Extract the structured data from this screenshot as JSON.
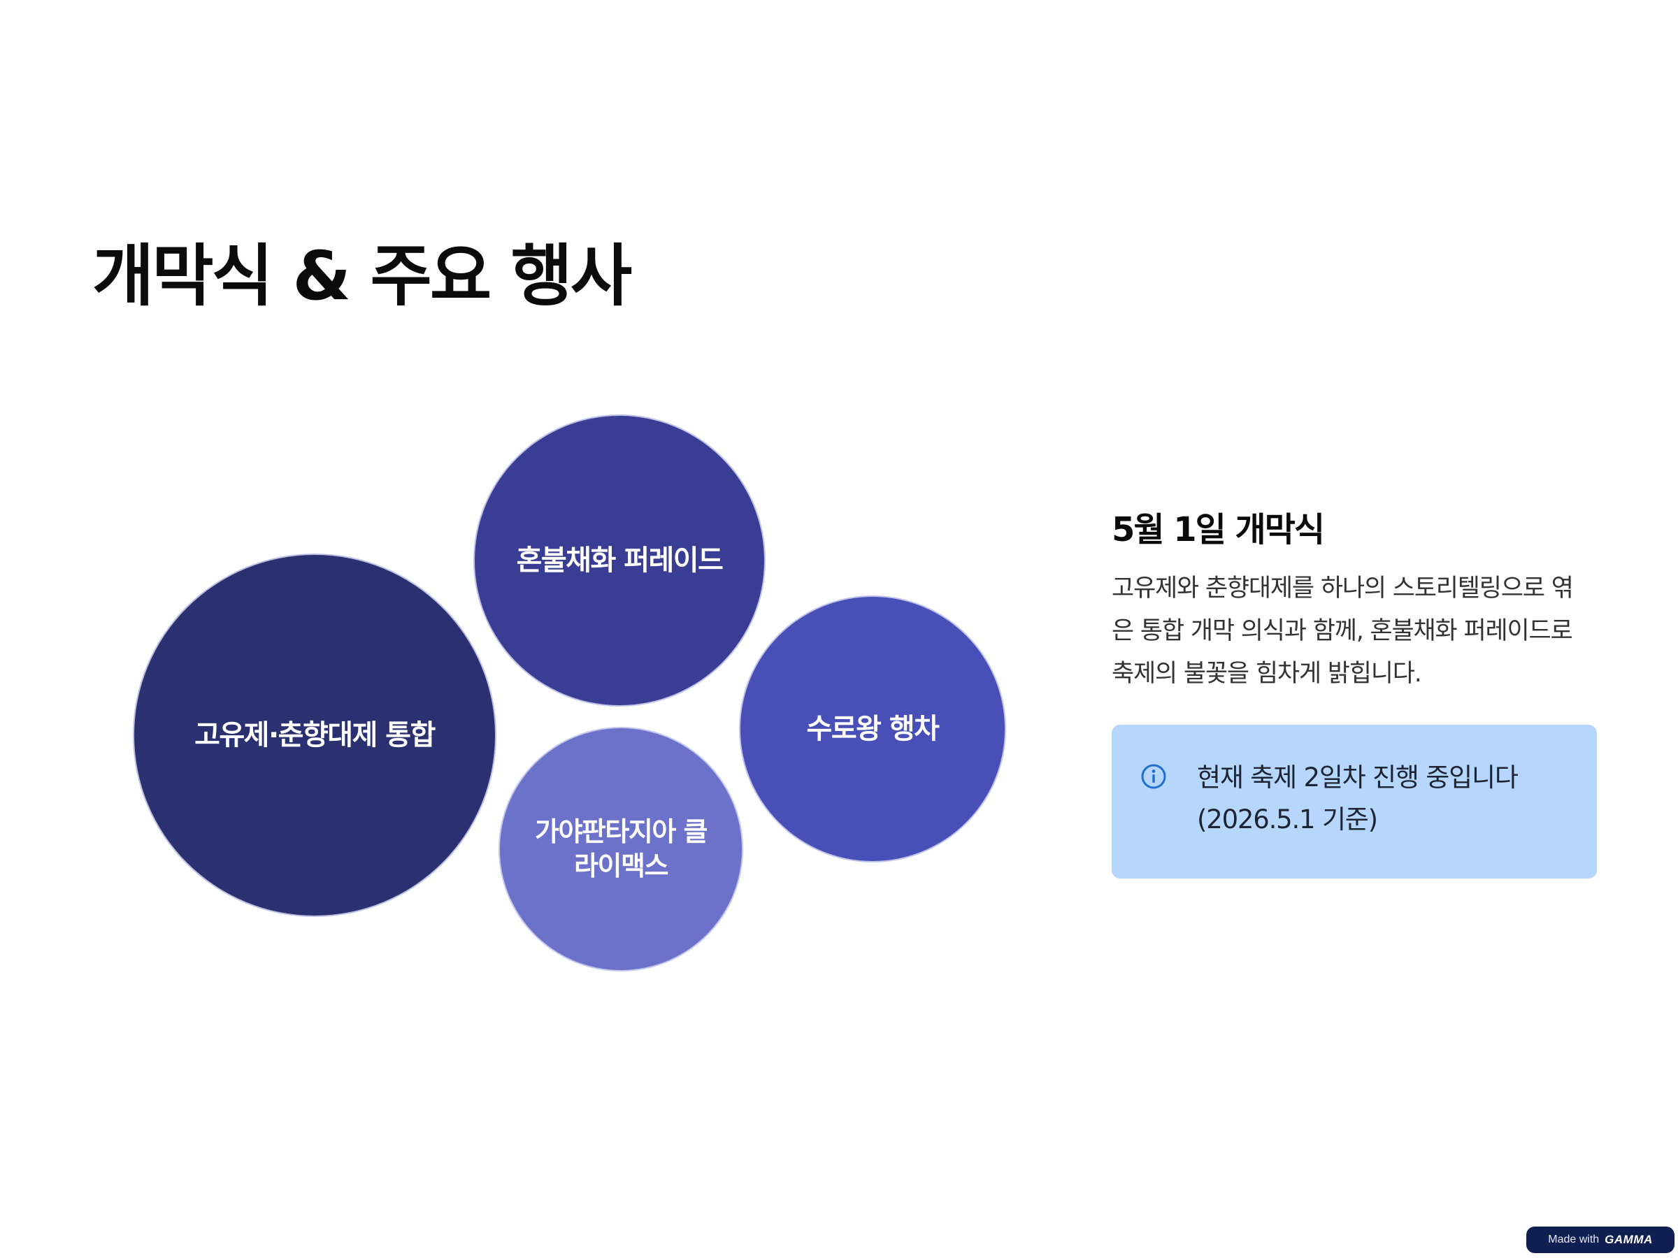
{
  "slide": {
    "title": "개막식 & 주요 행사"
  },
  "bubbles": [
    {
      "label": "고유제·춘향대제 통합",
      "color": "#2b3070"
    },
    {
      "label": "혼불채화 퍼레이드",
      "color": "#3a3d94"
    },
    {
      "label": "수로왕 행차",
      "color": "#4850b8"
    },
    {
      "label": "가야판타지아 클라이맥스",
      "color": "#6c72c9"
    }
  ],
  "detail": {
    "heading": "5월 1일 개막식",
    "body": "고유제와 춘향대제를 하나의 스토리텔링으로 엮은 통합 개막 의식과 함께, 혼불채화 퍼레이드로 축제의 불꽃을 힘차게 밝힙니다."
  },
  "callout": {
    "icon": "info-icon",
    "text": "현재 축제 2일차 진행 중입니다 (2026.5.1 기준)",
    "background": "#b6d6fb",
    "icon_color": "#1f6fd1"
  },
  "badge": {
    "prefix": "Made with",
    "brand": "GAMMA"
  }
}
